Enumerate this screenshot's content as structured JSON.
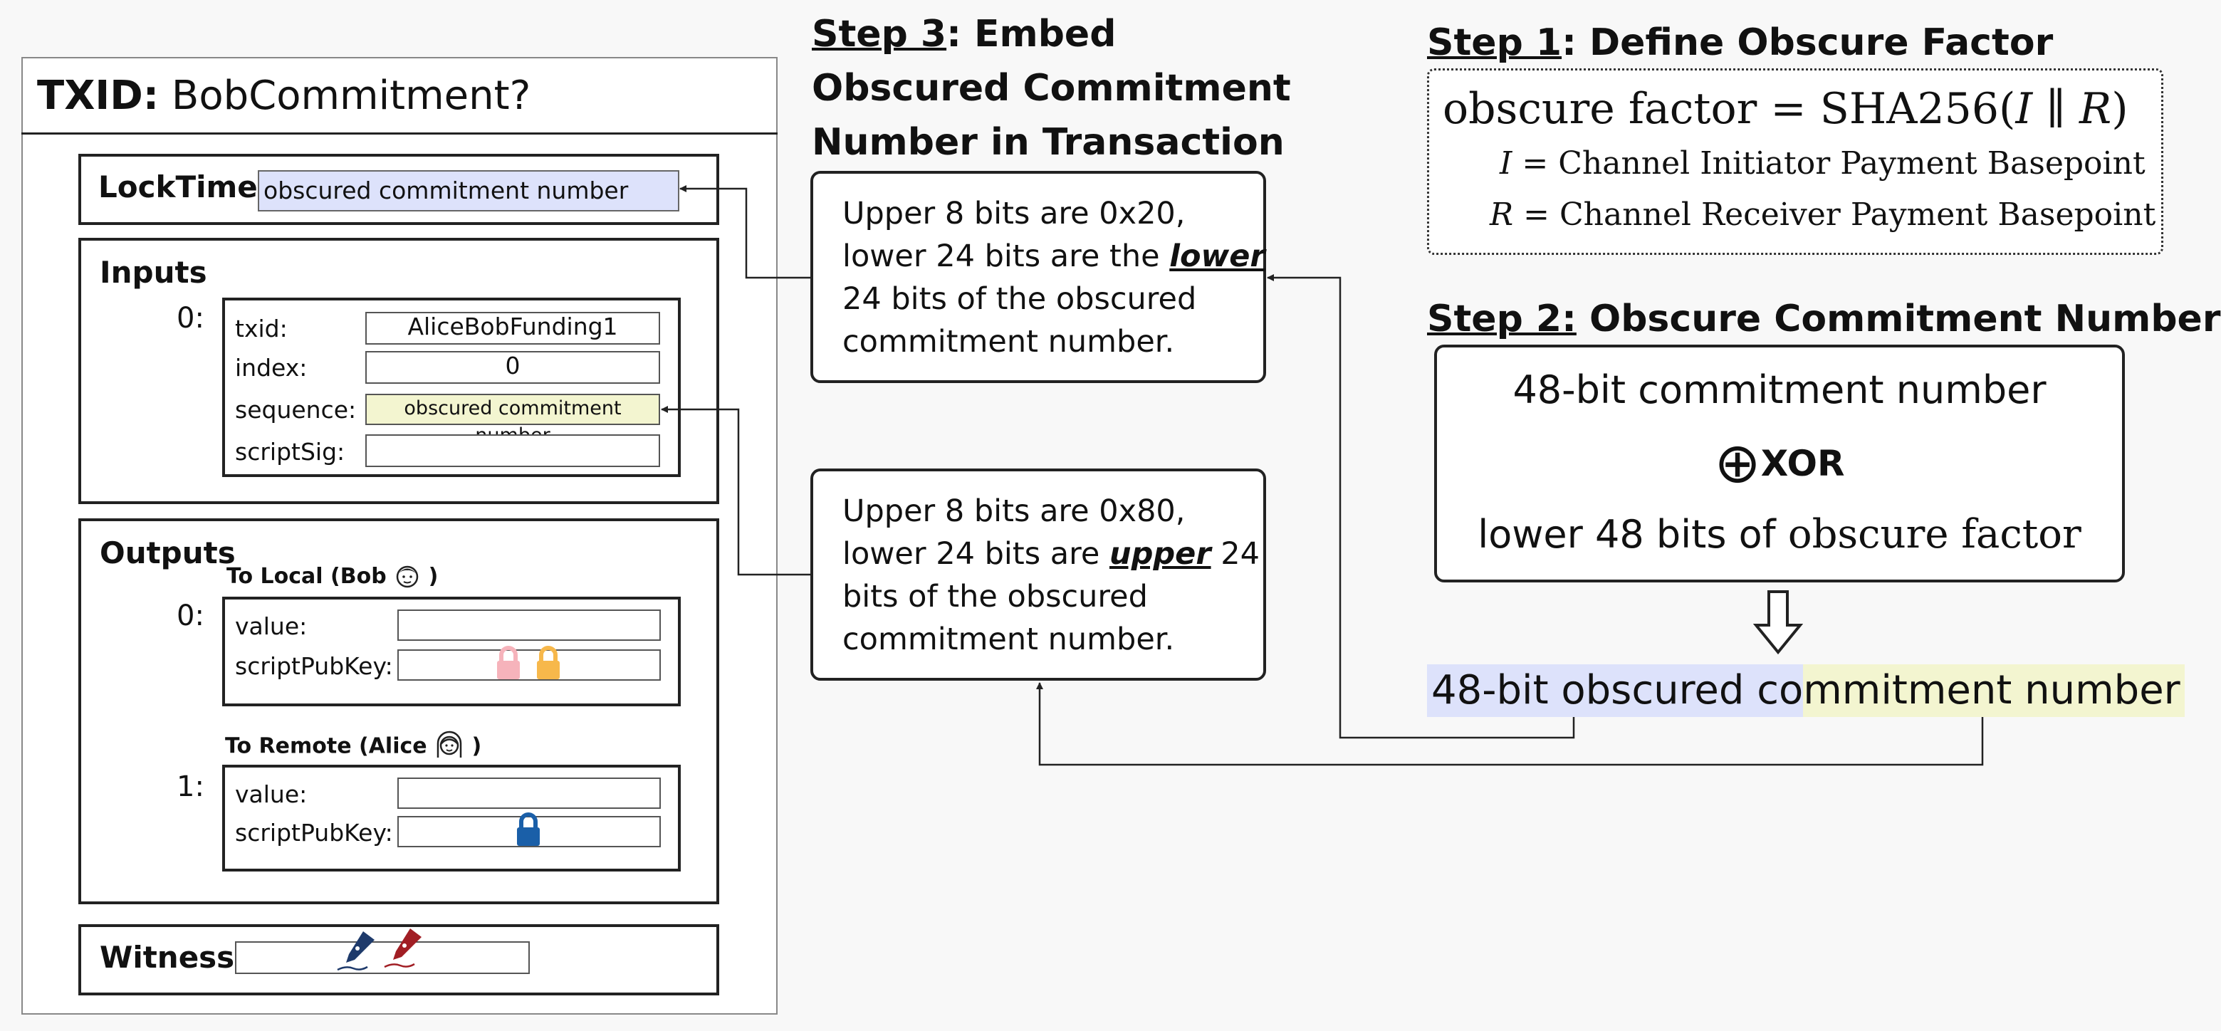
{
  "tx": {
    "txid_label": "TXID:",
    "txid_value": "BobCommitment?",
    "locktime_label": "LockTime",
    "locktime_value": "obscured commitment number",
    "inputs_label": "Inputs",
    "input_index": "0:",
    "input_fields": {
      "txid_label": "txid:",
      "txid_value": "AliceBobFunding1",
      "index_label": "index:",
      "index_value": "0",
      "sequence_label": "sequence:",
      "sequence_value": "obscured commitment number",
      "scriptsig_label": "scriptSig:"
    },
    "outputs_label": "Outputs",
    "out0_index": "0:",
    "out0_title": "To Local (Bob",
    "out0_close": ")",
    "out1_index": "1:",
    "out1_title": "To Remote (Alice",
    "out1_close": ")",
    "value_label": "value:",
    "scriptpubkey_label": "scriptPubKey:",
    "witness_label": "Witness"
  },
  "step3": {
    "title_u": "Step 3",
    "title_rest": ": Embed",
    "title_line2": "Obscured Commitment",
    "title_line3": "Number in Transaction",
    "box1_line1": "Upper 8 bits are 0x20,",
    "box1_line2_pre": "lower 24 bits are the ",
    "box1_line2_em": "lower",
    "box1_line3": "24 bits of the obscured",
    "box1_line4": "commitment number.",
    "box2_line1": "Upper 8 bits are 0x80,",
    "box2_line2_pre": "lower 24 bits are ",
    "box2_line2_em": "upper",
    "box2_line2_post": " 24",
    "box2_line3": "bits of the obscured",
    "box2_line4": "commitment number."
  },
  "step1": {
    "title_u": "Step 1",
    "title_rest": ": Define Obscure Factor",
    "formula_lhs": "obscure factor = SHA256(",
    "formula_i": "I",
    "formula_concat": " ∥ ",
    "formula_r": "R",
    "formula_close": ")",
    "def_i_var": "I",
    "def_i_text": " = Channel Initiator Payment Basepoint",
    "def_r_var": "R",
    "def_r_text": " = Channel Receiver Payment Basepoint"
  },
  "step2": {
    "title_u": "Step 2:",
    "title_rest": " Obscure Commitment Number",
    "line1": "48-bit commitment number",
    "xor_symbol": "⊕",
    "xor_label": "XOR",
    "line3_pre": "lower 48 bits of ",
    "line3_serif": "obscure factor",
    "result_blue": "48-bit obscured co",
    "result_yellow": "mmitment number"
  },
  "colors": {
    "blue_highlight": "#dde2fb",
    "yellow_highlight": "#f3f5d0",
    "lock_pink": "#f6b3bb",
    "lock_orange": "#f7b84b",
    "lock_blue": "#1a5fa8",
    "pen_navy": "#1e3a6b",
    "pen_red": "#a11e24"
  },
  "icons": [
    "bob-face-icon",
    "alice-face-icon",
    "lock-pink-icon",
    "lock-orange-icon",
    "lock-blue-icon",
    "fountain-pen-navy-icon",
    "fountain-pen-red-icon",
    "xor-icon",
    "down-arrow-icon"
  ]
}
